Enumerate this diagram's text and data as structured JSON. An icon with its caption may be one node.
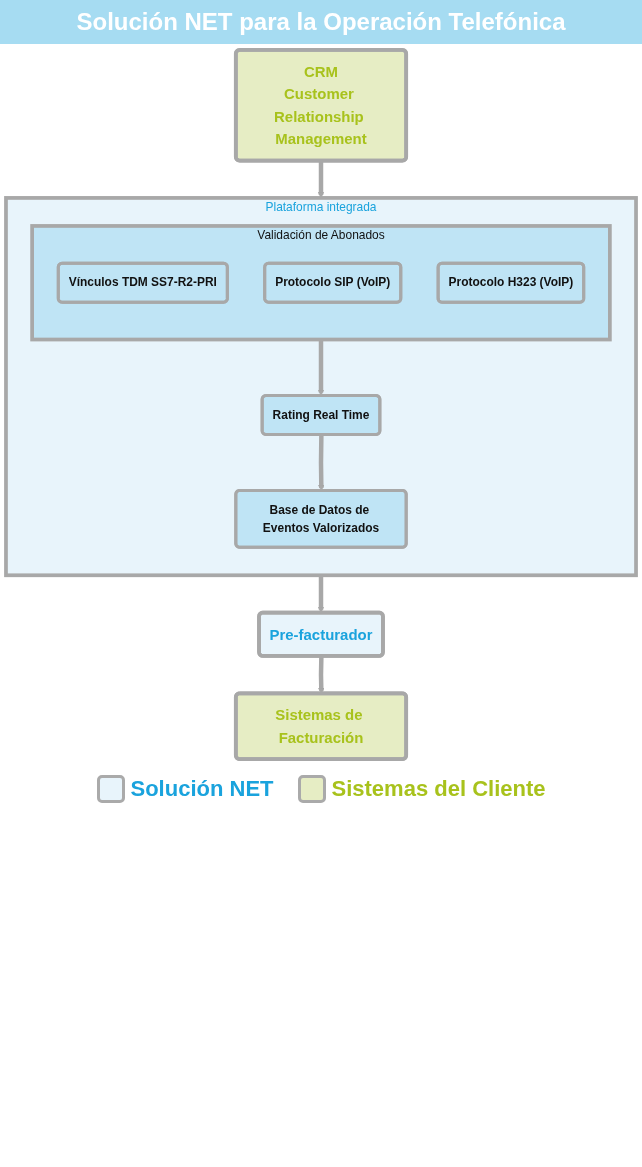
{
  "diagram": {
    "title": "Solución NET para la Operación Telefónica",
    "nodes": [
      {
        "text": [
          "CRM",
          "Customer Relationship Management"
        ]
      },
      {
        "text": [
          "Plataforma integrada"
        ]
      },
      {
        "text": [
          "Validación de Abonados"
        ],
        "in": 1
      },
      {
        "text": [
          "Vínculos TDM SS7-R2-PRI"
        ],
        "in": 2
      },
      {
        "text": [
          "Protocolo SIP (VoIP)"
        ],
        "in": 2
      },
      {
        "text": [
          "Protocolo H323 (VoIP)"
        ],
        "in": 2
      },
      {
        "text": [
          "Rating Real Time"
        ],
        "in": 1
      },
      {
        "text": [
          "Base de Datos de Eventos Valorizados"
        ],
        "in": 1
      },
      {
        "text": [
          "Pre-facturador"
        ]
      },
      {
        "text": [
          "Sistemas de Facturación"
        ]
      }
    ],
    "edges": [
      {
        "from": 0,
        "to": 1,
        "arrow": "to"
      },
      {
        "from": 2,
        "to": 6,
        "arrow": "to"
      },
      {
        "from": 6,
        "to": 7,
        "arrow": "to"
      },
      {
        "from": 1,
        "to": 8,
        "arrow": "to"
      },
      {
        "from": 8,
        "to": 9,
        "arrow": "to"
      }
    ],
    "legend": [
      {
        "text": "Solución NET",
        "color": "#e8f4fb"
      },
      {
        "text": "Sistemas del Cliente",
        "color": "#e6edc4"
      }
    ]
  }
}
